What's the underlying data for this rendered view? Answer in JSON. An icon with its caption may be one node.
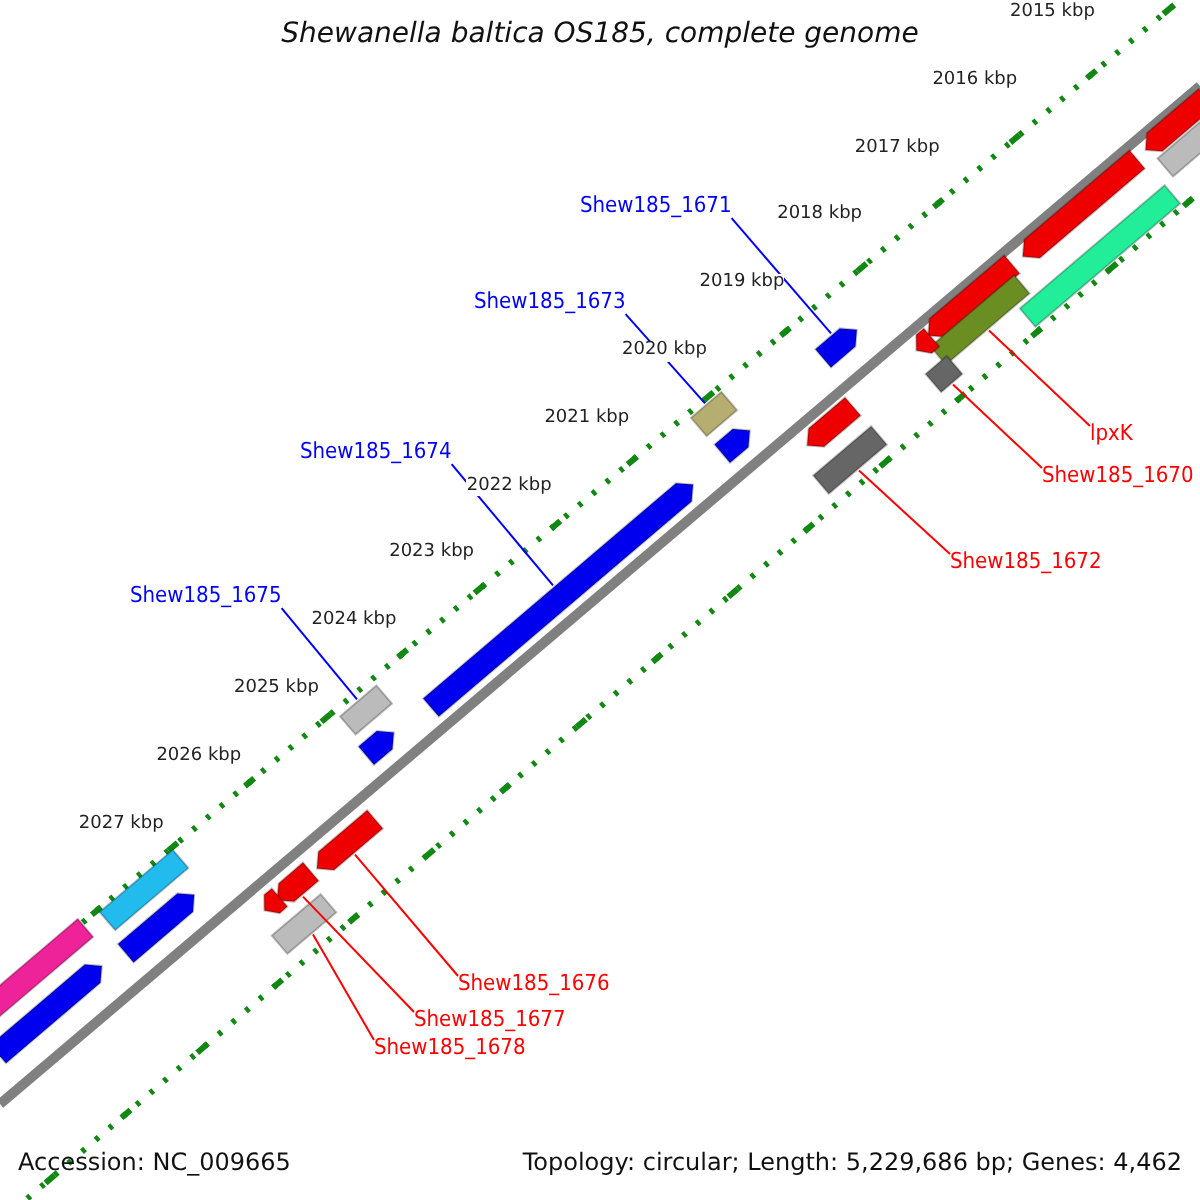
{
  "diagram": {
    "title": "Shewanella baltica OS185, complete genome",
    "nodes": [
      {
        "text": [
          "Shew185_1671"
        ]
      },
      {
        "text": [
          "Shew185_1673"
        ]
      },
      {
        "text": [
          "lpxK"
        ]
      },
      {
        "text": [
          "Shew185_1674"
        ]
      },
      {
        "text": [
          "Shew185_1670"
        ]
      },
      {
        "text": [
          "Shew185_1672"
        ]
      },
      {
        "text": [
          "Shew185_1675"
        ]
      },
      {
        "text": [
          "Shew185_1676"
        ]
      },
      {
        "text": [
          "Shew185_1677"
        ]
      },
      {
        "text": [
          "Shew185_1678"
        ]
      },
      {
        "text": [],
        "shape": "arrow"
      },
      {
        "text": [],
        "shape": "box"
      },
      {
        "text": [],
        "shape": "arrow"
      },
      {
        "text": [],
        "shape": "box"
      },
      {
        "text": [],
        "shape": "arrow"
      },
      {
        "text": [],
        "shape": "box"
      },
      {
        "text": [],
        "shape": "arrow"
      },
      {
        "text": [],
        "shape": "arrow"
      },
      {
        "text": [],
        "shape": "box"
      },
      {
        "text": [],
        "shape": "box"
      },
      {
        "text": [],
        "shape": "arrow"
      },
      {
        "text": [],
        "shape": "arrow"
      },
      {
        "text": [],
        "shape": "box"
      },
      {
        "text": [],
        "shape": "arrow"
      },
      {
        "text": [],
        "shape": "box"
      },
      {
        "text": [],
        "shape": "arrow"
      },
      {
        "text": [],
        "shape": "arrow"
      },
      {
        "text": [],
        "shape": "arrow"
      },
      {
        "text": [],
        "shape": "box"
      },
      {
        "text": [],
        "shape": "arrow"
      },
      {
        "text": [],
        "shape": "box"
      },
      {
        "text": [],
        "shape": "arrow"
      },
      {
        "text": [],
        "shape": "box"
      },
      {
        "text": [],
        "shape": "arrow"
      }
    ],
    "edges": [
      {
        "from": 0,
        "to": 16,
        "arrow": "none",
        "color": "#0000ff"
      },
      {
        "from": 1,
        "to": 19,
        "arrow": "none",
        "color": "#0000ff"
      },
      {
        "from": 2,
        "to": 15,
        "arrow": "none"
      },
      {
        "from": 3,
        "to": 23,
        "arrow": "none",
        "color": "#0000ff"
      },
      {
        "from": 4,
        "to": 18,
        "arrow": "none"
      },
      {
        "from": 5,
        "to": 22,
        "arrow": "none"
      },
      {
        "from": 6,
        "to": 24,
        "arrow": "none",
        "color": "#0000ff"
      },
      {
        "from": 7,
        "to": 26,
        "arrow": "none"
      },
      {
        "from": 8,
        "to": 27,
        "arrow": "none"
      },
      {
        "from": 9,
        "to": 30,
        "arrow": "none"
      }
    ],
    "labels": [
      "2015 kbp",
      "2016 kbp",
      "2017 kbp",
      "2018 kbp",
      "2019 kbp",
      "2020 kbp",
      "2021 kbp",
      "2022 kbp",
      "2023 kbp",
      "2024 kbp",
      "2025 kbp",
      "2026 kbp",
      "2027 kbp",
      "Accession: NC_009665",
      "Topology: circular; Length: 5,229,686 bp; Genes: 4,462"
    ]
  }
}
